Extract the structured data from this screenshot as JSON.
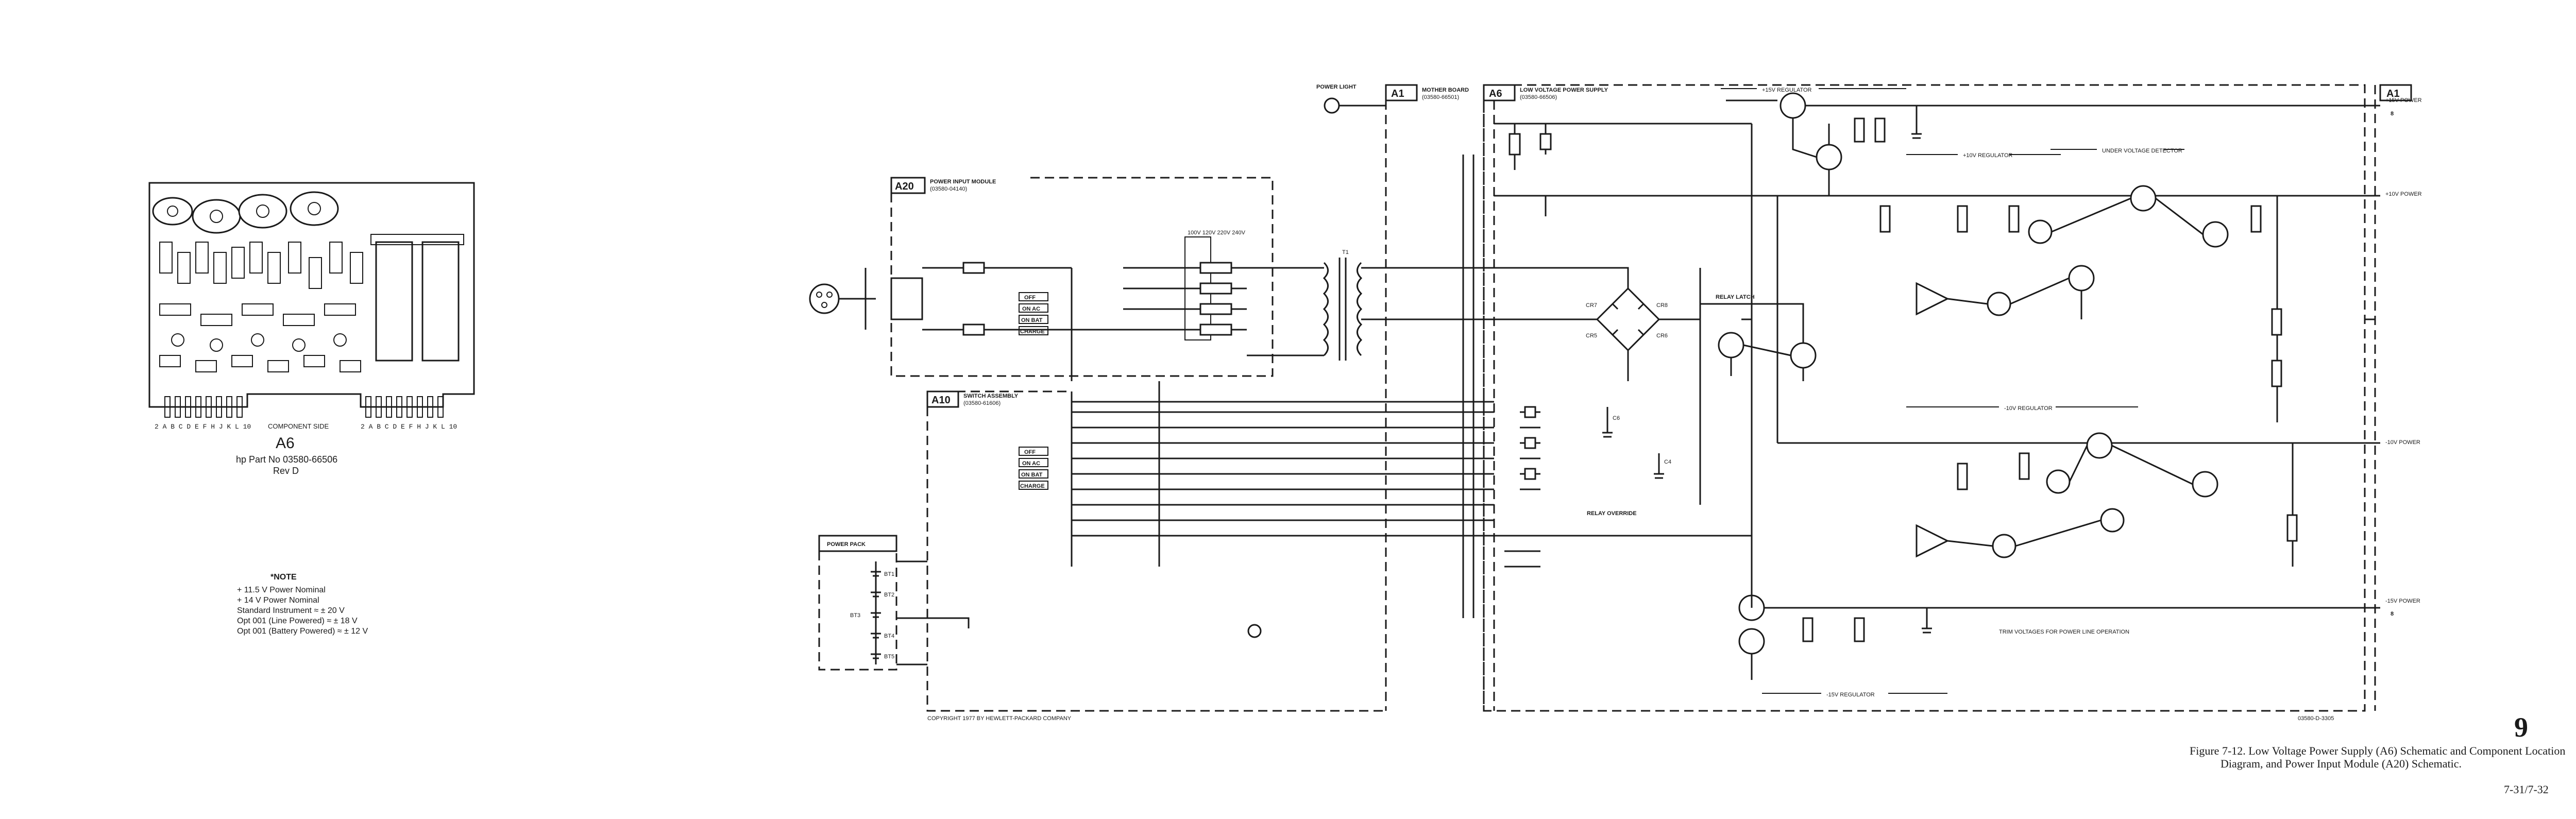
{
  "component_diagram": {
    "title": "A6",
    "part_number": "hp Part No 03580-66506",
    "rev": "Rev D",
    "side_label": "COMPONENT SIDE",
    "edge_letters": "2 A B C D E F H J K L 10"
  },
  "note": {
    "heading": "*NOTE",
    "lines": [
      "+ 11.5 V Power Nominal",
      "+ 14 V Power Nominal",
      "Standard Instrument ≈ ± 20 V",
      "Opt 001 (Line Powered) ≈ ± 18 V",
      "Opt 001 (Battery Powered) ≈ ± 12 V"
    ]
  },
  "schematic": {
    "blocks": {
      "a1": {
        "tag": "A1",
        "title": "MOTHER BOARD",
        "part": "(03580-66501)"
      },
      "a6": {
        "tag": "A6",
        "title": "LOW VOLTAGE POWER SUPPLY",
        "part": "(03580-66506)"
      },
      "a20": {
        "tag": "A20",
        "title": "POWER INPUT MODULE",
        "part": "(03580-04140)"
      },
      "a10": {
        "tag": "A10",
        "title": "SWITCH ASSEMBLY",
        "part": "(03580-61606)"
      },
      "power_pack": {
        "title": "POWER PACK"
      },
      "a1_right": {
        "tag": "A1"
      }
    },
    "power_light": "POWER LIGHT",
    "switch_positions": [
      "OFF",
      "ON AC",
      "ON BAT",
      "CHARGE"
    ],
    "batteries": [
      "BT1",
      "BT2",
      "BT3",
      "BT4",
      "BT5"
    ],
    "regulators": {
      "pos15": "+15V REGULATOR",
      "pos10": "+10V REGULATOR",
      "neg10": "-10V REGULATOR",
      "neg15": "-15V REGULATOR",
      "under_voltage": "UNDER VOLTAGE DETECTOR",
      "relay_latch": "RELAY LATCH",
      "relay_override": "RELAY OVERRIDE"
    },
    "outputs": {
      "pos15": "+15V POWER",
      "pos10": "+10V POWER",
      "neg10": "-10V POWER",
      "neg15": "-15V POWER"
    },
    "output_pins": [
      "8",
      "8"
    ],
    "trim_note": "TRIM VOLTAGES FOR POWER LINE OPERATION",
    "copyright": "COPYRIGHT 1977 BY HEWLETT-PACKARD COMPANY",
    "drawing_no": "03580-D-3305"
  },
  "caption": {
    "page_number": "9",
    "figure_line1": "Figure 7-12.  Low Voltage Power Supply (A6) Schematic and Component Location",
    "figure_line2": "Diagram, and Power Input Module (A20) Schematic.",
    "page_ref": "7-31/7-32"
  }
}
